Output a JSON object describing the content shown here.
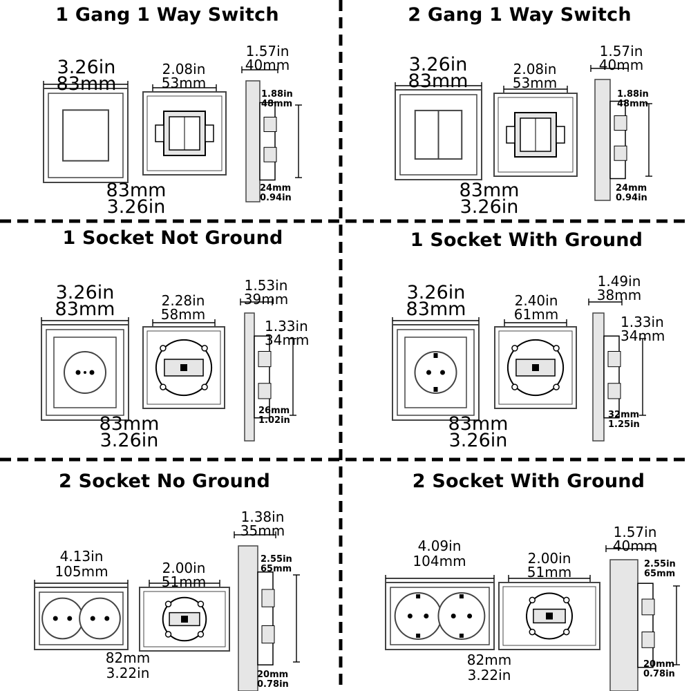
{
  "colors": {
    "ink": "#000000",
    "frame": "#444444",
    "plate": "#ffffff",
    "metal": "#e6e6e6"
  },
  "panels": [
    {
      "title": "1 Gang 1 Way Switch",
      "type": "switch1",
      "plate_w_in": "3.26in",
      "plate_w_mm": "83mm",
      "plate_h_mm": "83mm",
      "plate_h_in": "3.26in",
      "mech_w_in": "2.08in",
      "mech_w_mm": "53mm",
      "depth_in": "1.57in",
      "depth_mm": "40mm",
      "body_in": "1.88in",
      "body_mm": "48mm",
      "front_mm": "24mm",
      "front_in": "0.94in"
    },
    {
      "title": "2 Gang 1 Way Switch",
      "type": "switch2",
      "plate_w_in": "3.26in",
      "plate_w_mm": "83mm",
      "plate_h_mm": "83mm",
      "plate_h_in": "3.26in",
      "mech_w_in": "2.08in",
      "mech_w_mm": "53mm",
      "depth_in": "1.57in",
      "depth_mm": "40mm",
      "body_in": "1.88in",
      "body_mm": "48mm",
      "front_mm": "24mm",
      "front_in": "0.94in"
    },
    {
      "title": "1 Socket Not Ground",
      "type": "socket1",
      "plate_w_in": "3.26in",
      "plate_w_mm": "83mm",
      "plate_h_mm": "83mm",
      "plate_h_in": "3.26in",
      "mech_w_in": "2.28in",
      "mech_w_mm": "58mm",
      "depth_in": "1.53in",
      "depth_mm": "39mm",
      "body_in": "1.33in",
      "body_mm": "34mm",
      "front_mm": "26mm",
      "front_in": "1.02in"
    },
    {
      "title": "1 Socket With Ground",
      "type": "socket1g",
      "plate_w_in": "3.26in",
      "plate_w_mm": "83mm",
      "plate_h_mm": "83mm",
      "plate_h_in": "3.26in",
      "mech_w_in": "2.40in",
      "mech_w_mm": "61mm",
      "depth_in": "1.49in",
      "depth_mm": "38mm",
      "body_in": "1.33in",
      "body_mm": "34mm",
      "front_mm": "32mm",
      "front_in": "1.25in"
    },
    {
      "title": "2 Socket No Ground",
      "type": "socket2",
      "plate_w_in": "4.13in",
      "plate_w_mm": "105mm",
      "plate_h_mm": "82mm",
      "plate_h_in": "3.22in",
      "mech_w_in": "2.00in",
      "mech_w_mm": "51mm",
      "depth_in": "1.38in",
      "depth_mm": "35mm",
      "body_in": "2.55in",
      "body_mm": "65mm",
      "front_mm": "20mm",
      "front_in": "0.78in"
    },
    {
      "title": "2 Socket With Ground",
      "type": "socket2g",
      "plate_w_in": "4.09in",
      "plate_w_mm": "104mm",
      "plate_h_mm": "82mm",
      "plate_h_in": "3.22in",
      "mech_w_in": "2.00in",
      "mech_w_mm": "51mm",
      "depth_in": "1.57in",
      "depth_mm": "40mm",
      "body_in": "2.55in",
      "body_mm": "65mm",
      "front_mm": "20mm",
      "front_in": "0.78in"
    }
  ]
}
